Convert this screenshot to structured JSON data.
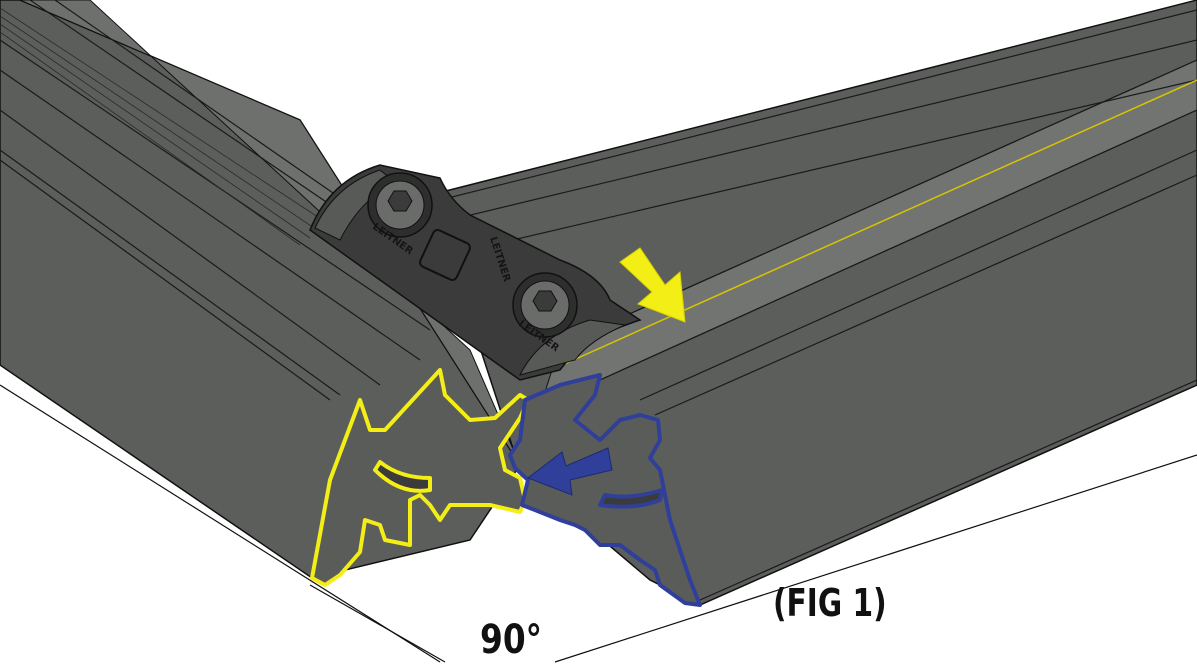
{
  "figure": {
    "fig_label": "(FIG 1)",
    "angle_label": "90°",
    "brand_marks": [
      "LEITNER",
      "LEITNER",
      "LEITNER"
    ]
  },
  "colors": {
    "profile_dark": "#5a5c5a",
    "profile_mid": "#6a6c6a",
    "profile_light": "#8a8c8a",
    "outline": "#111111",
    "highlight_yellow": "#f3ee16",
    "highlight_blue": "#2f3f9a",
    "background": "#ffffff"
  }
}
